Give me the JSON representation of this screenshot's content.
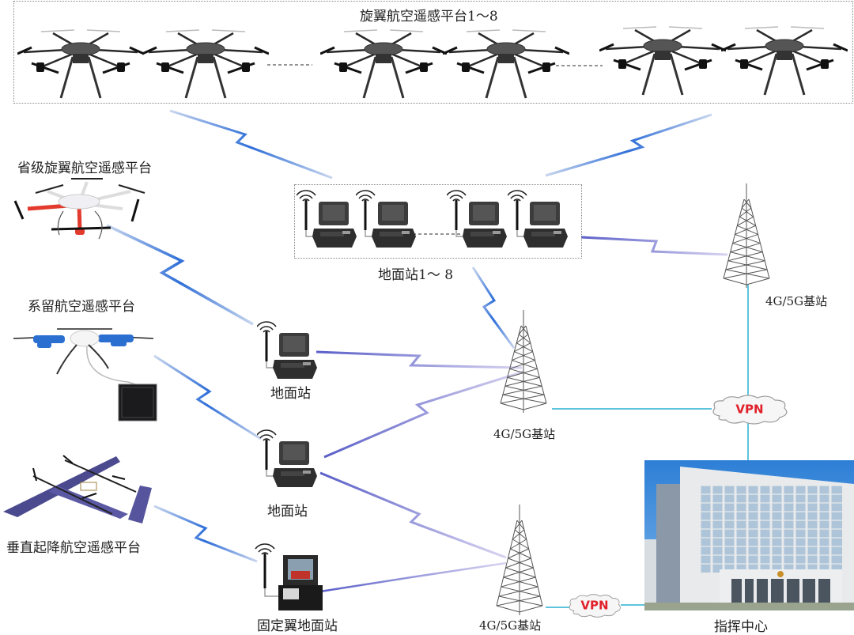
{
  "title": "旋翼航空遥感平台1～8",
  "groups": {
    "rotor_platforms": {
      "label": "旋翼航空遥感平台1～8",
      "count": 6
    },
    "ground_stations_group": {
      "label": "地面站1～ 8",
      "count": 4
    }
  },
  "platforms": [
    {
      "id": "provincial",
      "label": "省级旋翼航空遥感平台"
    },
    {
      "id": "tethered",
      "label": "系留航空遥感平台"
    },
    {
      "id": "vtol",
      "label": "垂直起降航空遥感平台"
    }
  ],
  "ground_stations": [
    {
      "id": "gs1",
      "label": "地面站"
    },
    {
      "id": "gs2",
      "label": "地面站"
    },
    {
      "id": "gs3",
      "label": "固定翼地面站"
    }
  ],
  "base_stations": [
    {
      "id": "bs_top",
      "label": "4G/5G基站"
    },
    {
      "id": "bs_mid",
      "label": "4G/5G基站"
    },
    {
      "id": "bs_bottom",
      "label": "4G/5G基站"
    }
  ],
  "vpn": [
    {
      "id": "vpn_right",
      "label": "VPN"
    },
    {
      "id": "vpn_bottom",
      "label": "VPN"
    }
  ],
  "command_center": {
    "label": "指挥中心"
  },
  "colors": {
    "wireless_link": "#2f6fd8",
    "wired_link": "#5ec4dd",
    "vpn_text": "#e0202a",
    "tower": "#555555"
  }
}
